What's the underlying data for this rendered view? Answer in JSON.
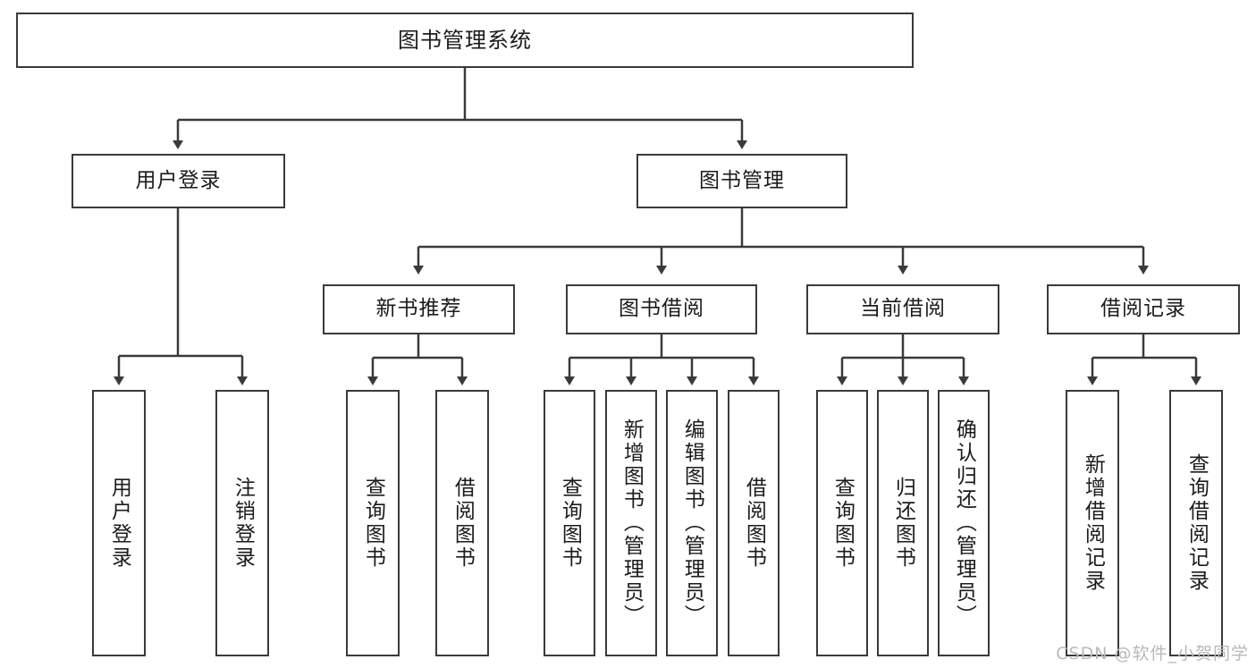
{
  "diagram": {
    "title": "图书管理系统",
    "type": "tree-hierarchy-chart",
    "line_color": "#3a3a3a",
    "background": "#ffffff",
    "text_color": "#1b1b1b"
  },
  "root": {
    "label": "图书管理系统"
  },
  "level2": [
    {
      "label": "用户登录"
    },
    {
      "label": "图书管理"
    }
  ],
  "level3": [
    {
      "label": "新书推荐"
    },
    {
      "label": "图书借阅"
    },
    {
      "label": "当前借阅"
    },
    {
      "label": "借阅记录"
    }
  ],
  "leaves": {
    "user_login": [
      {
        "label": "用户登录"
      },
      {
        "label": "注销登录"
      }
    ],
    "new_book_recommend": [
      {
        "label": "查询图书"
      },
      {
        "label": "借阅图书"
      }
    ],
    "book_borrow": [
      {
        "label": "查询图书"
      },
      {
        "label": "新增图书（管理员）"
      },
      {
        "label": "编辑图书（管理员）"
      },
      {
        "label": "借阅图书"
      }
    ],
    "current_borrow": [
      {
        "label": "查询图书"
      },
      {
        "label": "归还图书"
      },
      {
        "label": "确认归还（管理员）"
      }
    ],
    "borrow_records": [
      {
        "label": "新增借阅记录"
      },
      {
        "label": "查询借阅记录"
      }
    ]
  },
  "watermark": {
    "text": "CSDN @软件_小贺同学"
  }
}
